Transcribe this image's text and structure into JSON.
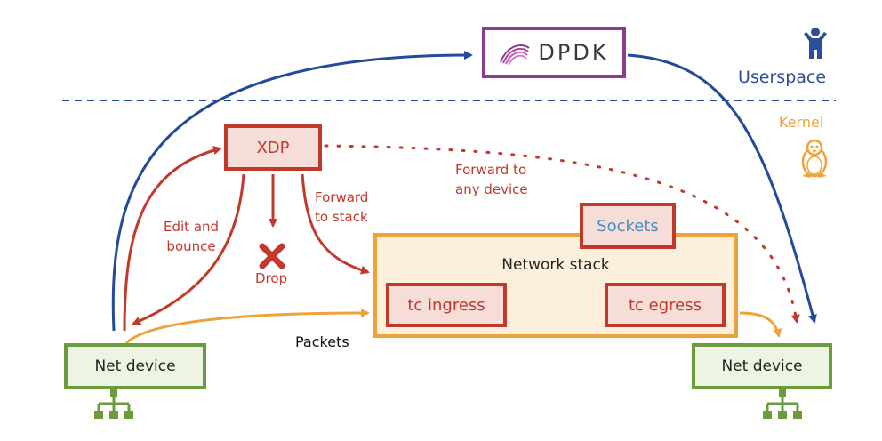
{
  "colors": {
    "red": "#c0392b",
    "red_box_fill": "#f6ddd8",
    "blue": "#244a9a",
    "orange": "#f0a23a",
    "orange_box_fill": "#fcefdc",
    "green": "#6b9b3a",
    "green_box_fill": "#eef4e4",
    "purple": "#8e3a8e",
    "userspace_label": "#2d4e9a",
    "kernel_label": "#f0a23a",
    "sockets_text": "#4a8fc3",
    "drop_x": "#c0392b"
  },
  "labels": {
    "dpdk": "DPDK",
    "userspace": "Userspace",
    "kernel": "Kernel",
    "xdp": "XDP",
    "edit_bounce_1": "Edit and",
    "edit_bounce_2": "bounce",
    "drop": "Drop",
    "forward_stack_1": "Forward",
    "forward_stack_2": "to stack",
    "forward_any_1": "Forward to",
    "forward_any_2": "any device",
    "sockets": "Sockets",
    "network_stack": "Network stack",
    "tc_ingress": "tc ingress",
    "tc_egress": "tc egress",
    "packets": "Packets",
    "net_device_left": "Net device",
    "net_device_right": "Net device"
  },
  "icons": {
    "userspace": "person-icon",
    "kernel": "linux-penguin-icon",
    "drop": "x-mark-icon",
    "network": "network-topology-icon"
  }
}
